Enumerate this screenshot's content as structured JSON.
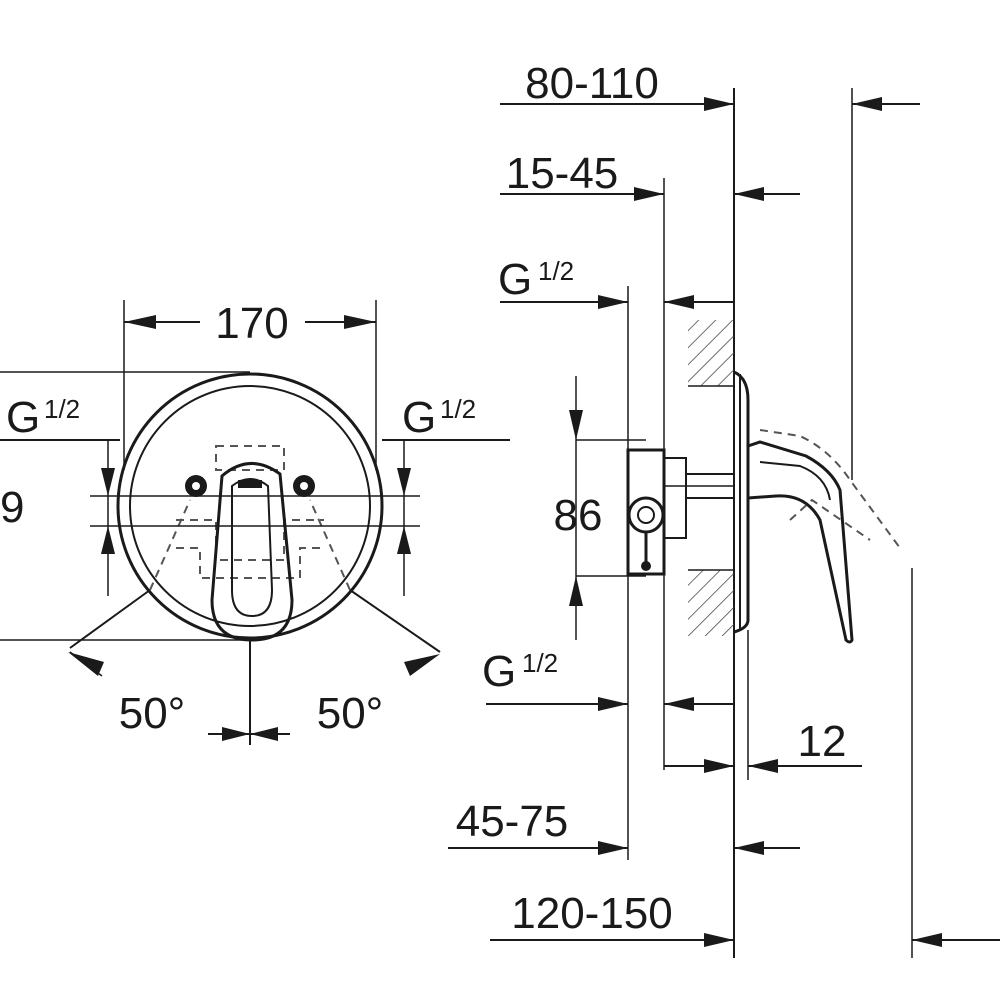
{
  "front_view": {
    "width_label": "170",
    "left_connection_label": "G",
    "left_connection_fraction": "1/2",
    "right_connection_label": "G",
    "right_connection_fraction": "1/2",
    "height_label_partial": "9",
    "left_angle_label": "50°",
    "right_angle_label": "50°"
  },
  "side_view": {
    "depth_total_label": "80-110",
    "flange_label": "15-45",
    "top_connection_label": "G",
    "top_connection_fraction": "1/2",
    "center_height_label": "86",
    "bottom_connection_label": "G",
    "bottom_connection_fraction": "1/2",
    "cover_thickness_label": "12",
    "install_depth_label": "45-75",
    "overall_depth_label": "120-150"
  }
}
